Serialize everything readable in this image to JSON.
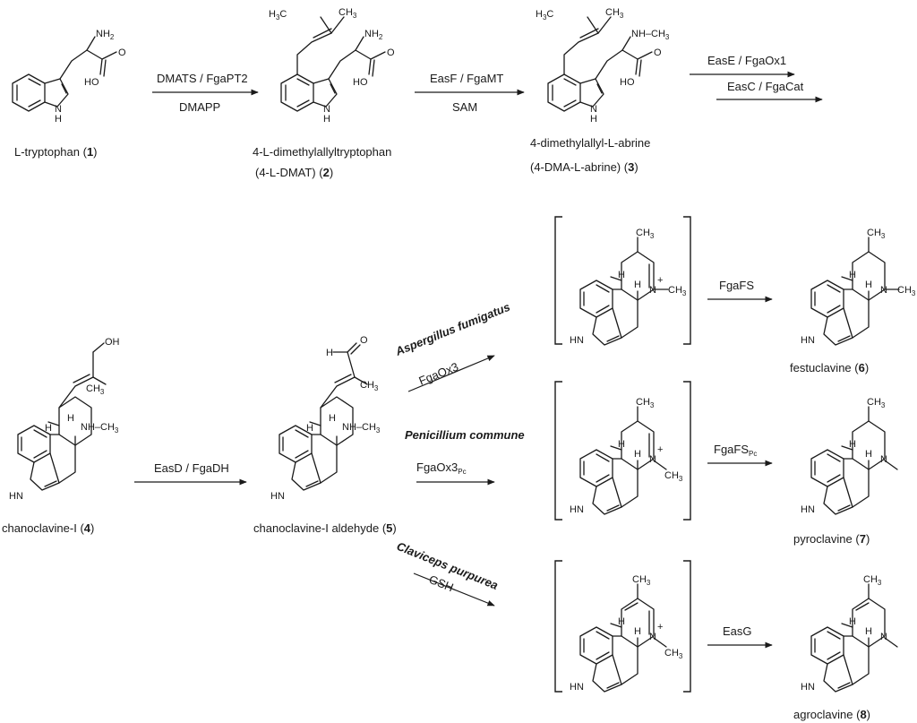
{
  "compounds": [
    {
      "pre": "L-tryptophan (",
      "num": "1",
      "post": ")"
    },
    {
      "line1": "4-L-dimethylallyltryptophan",
      "pre": "(4-L-DMAT) (",
      "num": "2",
      "post": ")"
    },
    {
      "line1": "4-dimethylallyl-L-abrine",
      "pre": "(4-DMA-L-abrine) (",
      "num": "3",
      "post": ")"
    },
    {
      "pre": "chanoclavine-I (",
      "num": "4",
      "post": ")"
    },
    {
      "pre": "chanoclavine-I aldehyde (",
      "num": "5",
      "post": ")"
    },
    {
      "pre": "festuclavine (",
      "num": "6",
      "post": ")"
    },
    {
      "pre": "pyroclavine (",
      "num": "7",
      "post": ")"
    },
    {
      "pre": "agroclavine (",
      "num": "8",
      "post": ")"
    }
  ],
  "enzymes": {
    "step1_top": "DMATS / FgaPT2",
    "step1_bottom": "DMAPP",
    "step2_top": "EasF / FgaMT",
    "step2_bottom": "SAM",
    "step3_top": "EasE / FgaOx1",
    "step3_bottom": "EasC / FgaCat",
    "step4": "EasD / FgaDH",
    "af_enzyme": "FgaOx3",
    "pc_enzyme": "FgaOx3",
    "pc_enzyme_sub": "Pc",
    "cp_enzyme": "GSH",
    "fgafs": "FgaFS",
    "fgafs_pc": "FgaFS",
    "fgafs_pc_sub": "Pc",
    "easg": "EasG"
  },
  "organisms": {
    "af": "Aspergillus fumigatus",
    "pc": "Penicillium commune",
    "cp": "Claviceps purpurea"
  },
  "atoms": {
    "nh2": "NH",
    "two": "2",
    "oh_acid": "HO",
    "o": "O",
    "nh_ring": "N",
    "h": "H",
    "nh_me": "NH",
    "ch3": "CH",
    "three": "3",
    "h3c": "H",
    "c": "C",
    "oh": "OH",
    "hn": "HN",
    "n": "N",
    "plus": "+"
  }
}
